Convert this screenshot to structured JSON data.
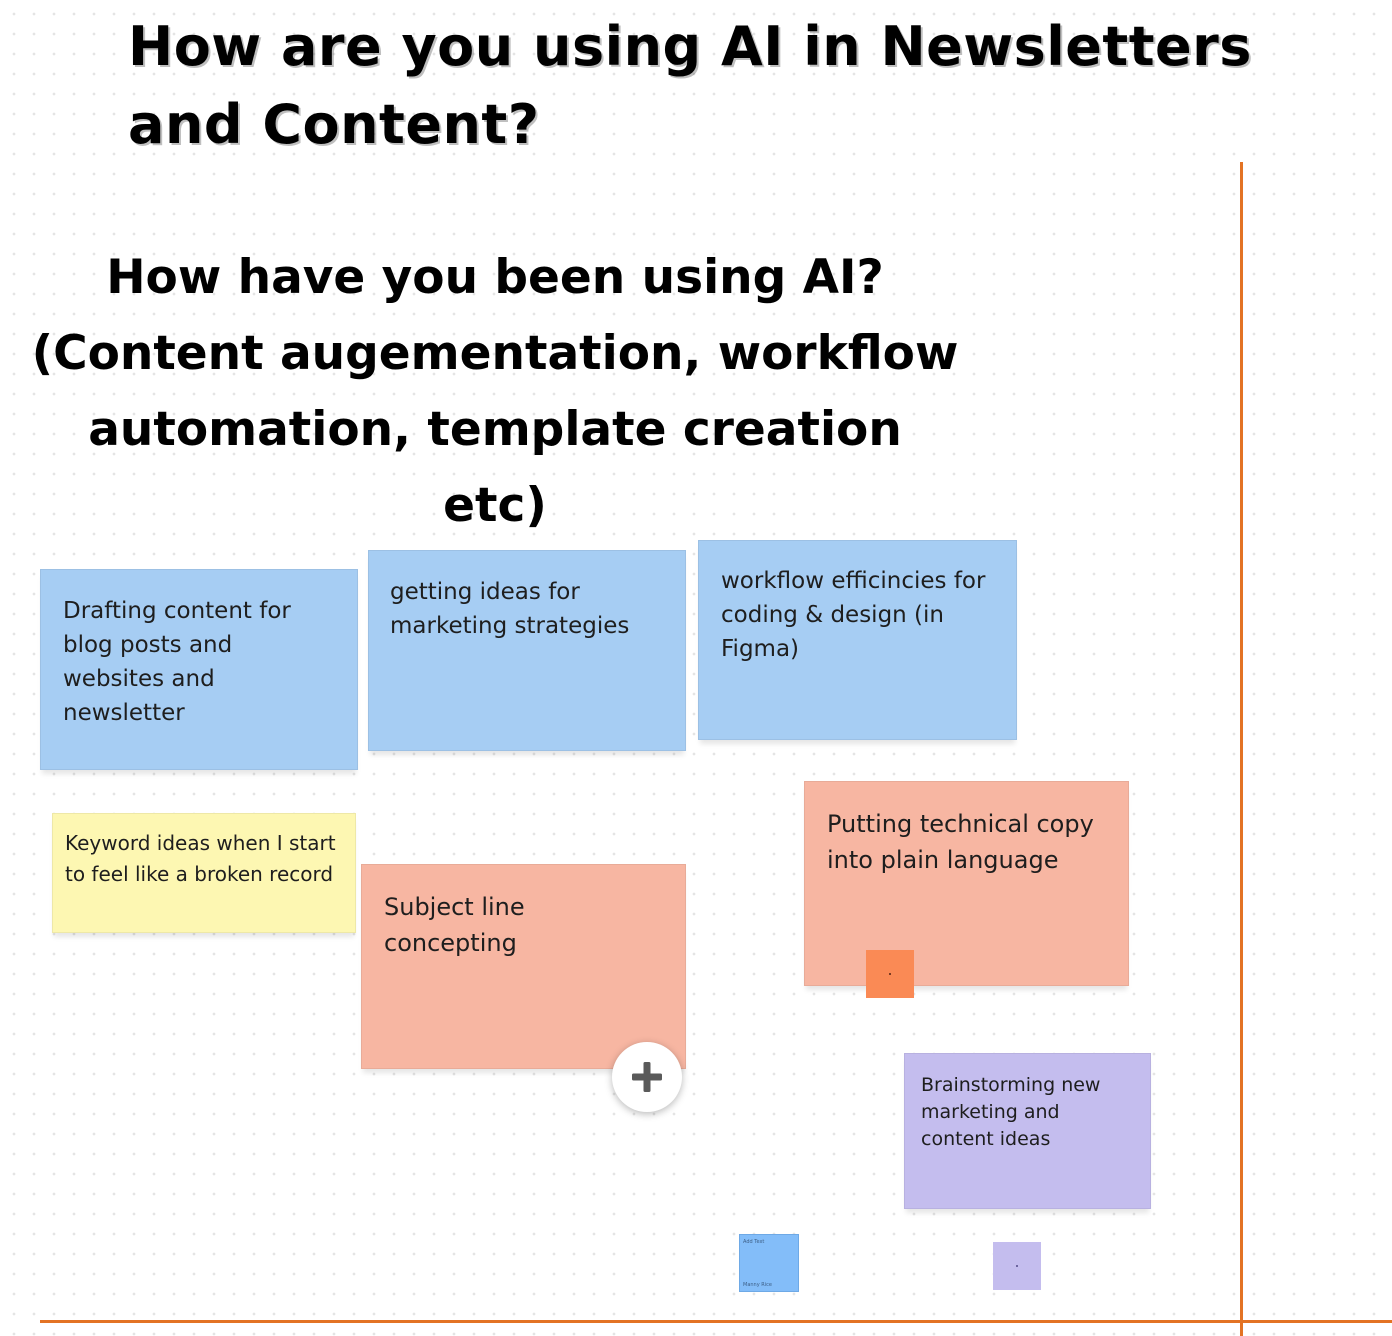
{
  "board": {
    "title": "How are you using AI in Newsletters and Content?",
    "question": "How have you been using AI? (Content augementation, workflow automation, template creation etc)"
  },
  "notes": [
    {
      "text": "Drafting content for blog posts and websites and newsletter",
      "color": "#a6cdf3"
    },
    {
      "text": "getting ideas for marketing strategies",
      "color": "#a6cdf3"
    },
    {
      "text": "workflow efficincies for coding & design (in Figma)",
      "color": "#a6cdf3"
    },
    {
      "text": "Keyword ideas when I start to feel like a broken record",
      "color": "#fdf7b2"
    },
    {
      "text": "Subject line concepting",
      "color": "#f7b6a2"
    },
    {
      "text": "Putting technical copy into plain language",
      "color": "#f7b6a2"
    },
    {
      "text": "Brainstorming new marketing and content ideas",
      "color": "#c4bdee"
    }
  ],
  "mini_notes": {
    "blue": {
      "label": "Add Text",
      "author": "Manny Rice",
      "color": "#83bdf9"
    },
    "orange": {
      "color": "#fa8a55"
    },
    "purple": {
      "color": "#c4bdee"
    }
  },
  "controls": {
    "add_icon": "plus-icon"
  },
  "colors": {
    "divider": "#e37324"
  }
}
